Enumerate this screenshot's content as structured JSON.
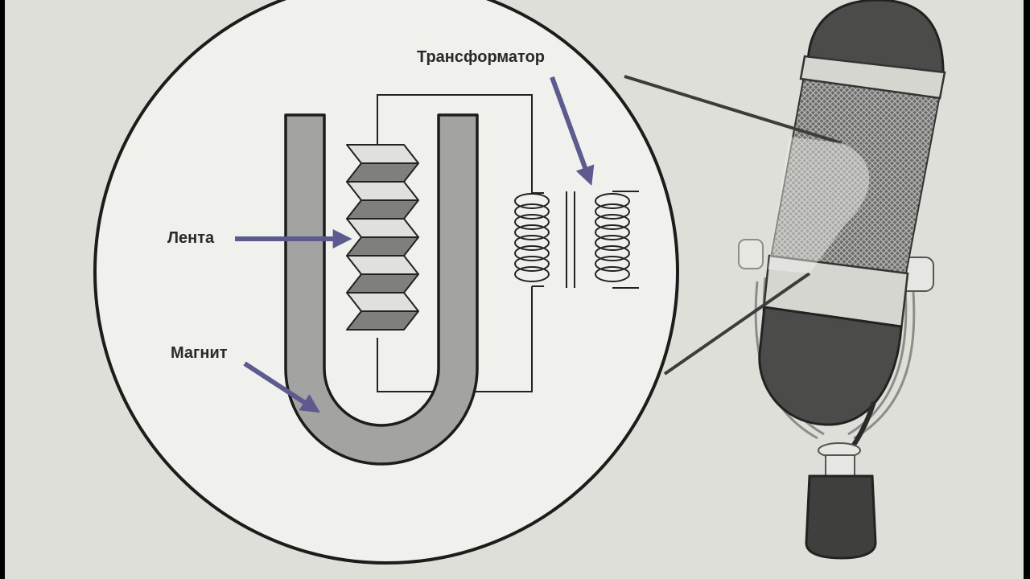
{
  "labels": {
    "transformer": "Трансформатор",
    "ribbon": "Лента",
    "magnet": "Магнит"
  },
  "colors": {
    "background": "#dedfd9",
    "circle_fill": "#f0f1ed",
    "magnet_gray": "#a3a4a1",
    "outline": "#222222",
    "arrow": "#5c5a8e",
    "mic_dark": "#4b4b49",
    "mic_band": "#d6d6d1"
  },
  "icons": {
    "ribbon": "ribbon-element-icon",
    "magnet": "horseshoe-magnet-icon",
    "transformer": "coil-transformer-icon",
    "microphone": "ribbon-microphone-icon"
  }
}
